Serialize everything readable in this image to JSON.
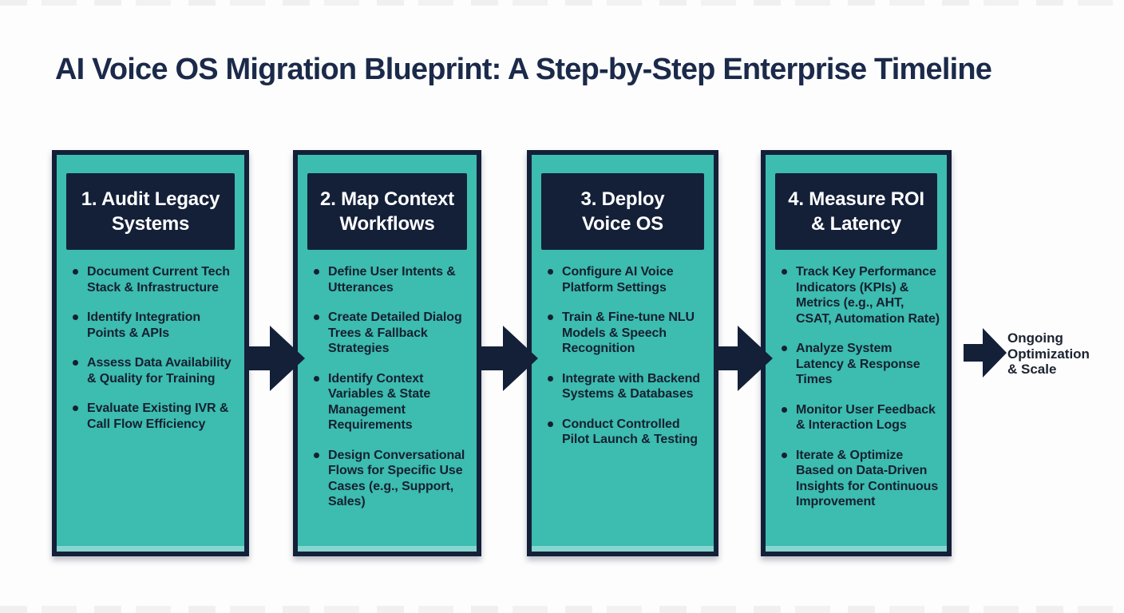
{
  "title": "AI Voice OS Migration Blueprint: A Step-by-Step Enterprise Timeline",
  "colors": {
    "box_fill_teal": "#3dbcb0",
    "navy": "#142038",
    "title_navy": "#1b2a4a",
    "bullet_text": "#152030",
    "header_text": "#ffffff",
    "background": "#fdfdfd"
  },
  "steps": [
    {
      "header_line1": "1. Audit Legacy",
      "header_line2": "Systems",
      "bullets": [
        "Document Current Tech Stack & Infrastructure",
        "Identify Integration Points & APIs",
        "Assess Data Availability & Quality for Training",
        "Evaluate Existing IVR & Call Flow Efficiency"
      ]
    },
    {
      "header_line1": "2. Map Context",
      "header_line2": "Workflows",
      "bullets": [
        "Define User Intents & Utterances",
        "Create Detailed Dialog Trees & Fallback Strategies",
        "Identify Context Variables & State Management Requirements",
        "Design Conversational Flows for Specific Use Cases (e.g., Support, Sales)"
      ]
    },
    {
      "header_line1": "3. Deploy",
      "header_line2": "Voice OS",
      "bullets": [
        "Configure AI Voice Platform Settings",
        "Train & Fine-tune NLU Models & Speech Recognition",
        "Integrate with Backend Systems & Databases",
        "Conduct Controlled Pilot Launch & Testing"
      ]
    },
    {
      "header_line1": "4. Measure ROI",
      "header_line2": "& Latency",
      "bullets": [
        "Track Key Performance Indicators (KPIs) & Metrics (e.g., AHT, CSAT, Automation Rate)",
        "Analyze System Latency & Response Times",
        "Monitor User Feedback & Interaction Logs",
        "Iterate & Optimize Based on Data-Driven Insights for Continuous Improvement"
      ]
    }
  ],
  "outcome": {
    "label": "Ongoing Optimization & Scale"
  }
}
